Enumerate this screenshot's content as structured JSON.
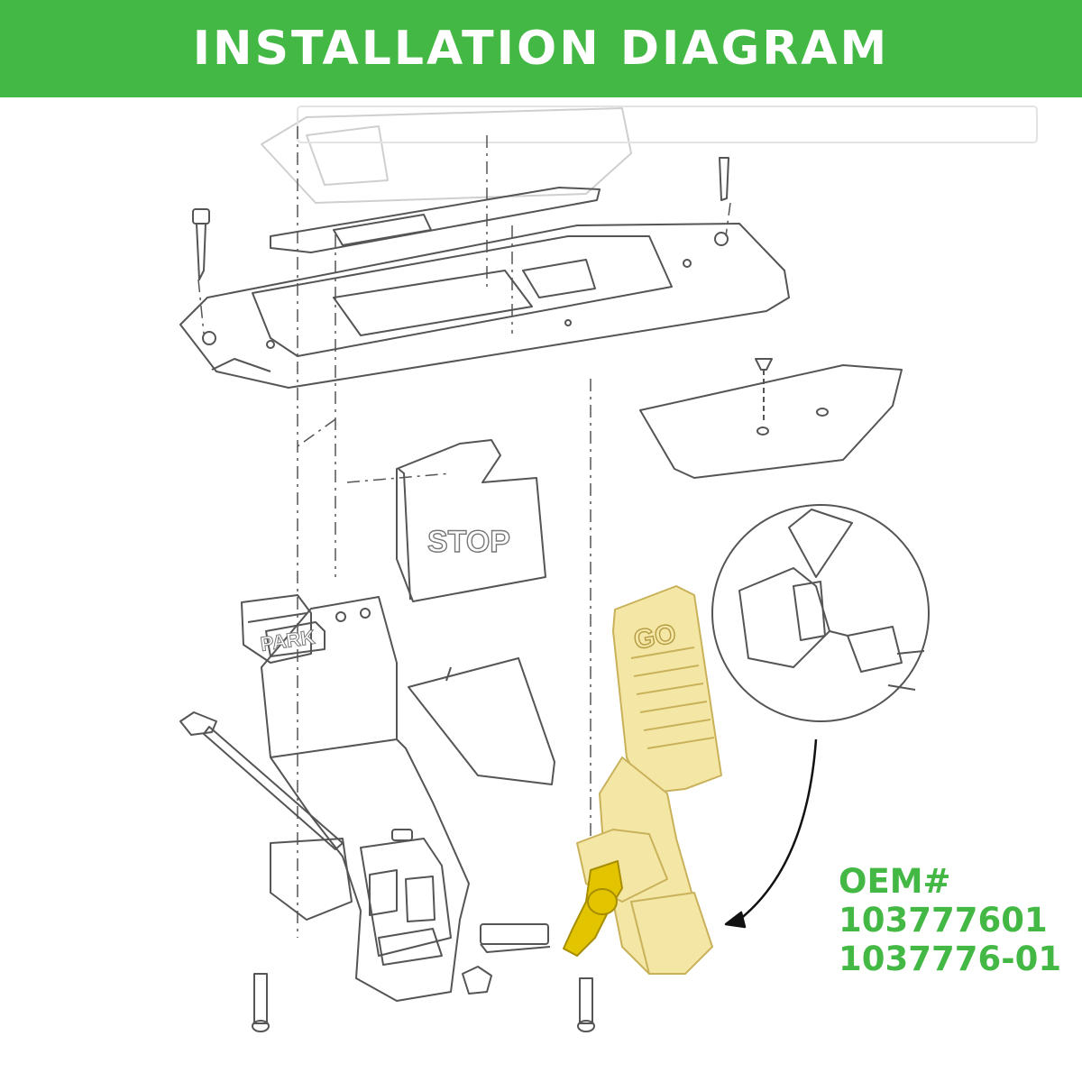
{
  "banner": {
    "title": "INSTALLATION DIAGRAM",
    "background": "#44b844"
  },
  "labels": {
    "stop": "STOP",
    "park": "PARK",
    "go": "GO"
  },
  "oem": {
    "heading": "OEM#",
    "numbers": [
      "103777601",
      "1037776-01"
    ],
    "color": "#44b844"
  },
  "colors": {
    "highlight": "#f4e7a6",
    "highlight_dark": "#e3c400",
    "line": "#555555"
  }
}
